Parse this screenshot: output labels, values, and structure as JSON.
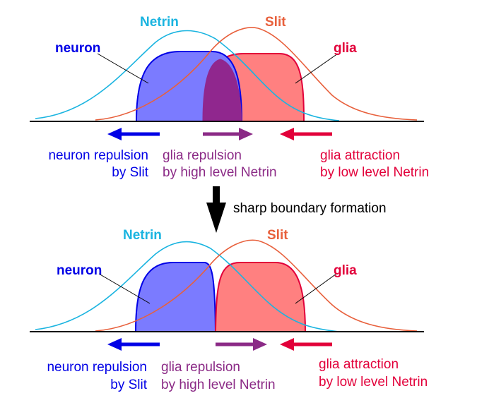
{
  "colors": {
    "netrin": "#1ab4e0",
    "slit": "#e8603c",
    "neuron": "#0000e6",
    "neuron_fill": "#7b7bff",
    "glia": "#e2003a",
    "glia_fill": "#ff8080",
    "overlap_fill": "#90278e",
    "purple": "#8b2a86",
    "black": "#000000"
  },
  "top_panel": {
    "netrin_label": "Netrin",
    "slit_label": "Slit",
    "neuron_label": "neuron",
    "glia_label": "glia",
    "neuron_caption": [
      "neuron repulsion",
      "by Slit"
    ],
    "glia_repulsion_caption": [
      "glia repulsion",
      "by high level Netrin"
    ],
    "glia_attraction_caption": [
      "glia attraction",
      "by low level Netrin"
    ]
  },
  "transition": {
    "label": "sharp boundary formation"
  },
  "bottom_panel": {
    "netrin_label": "Netrin",
    "slit_label": "Slit",
    "neuron_label": "neuron",
    "glia_label": "glia",
    "neuron_caption": [
      "neuron repulsion",
      "by Slit"
    ],
    "glia_repulsion_caption": [
      "glia repulsion",
      "by high level Netrin"
    ],
    "glia_attraction_caption": [
      "glia attraction",
      "by low level Netrin"
    ]
  }
}
